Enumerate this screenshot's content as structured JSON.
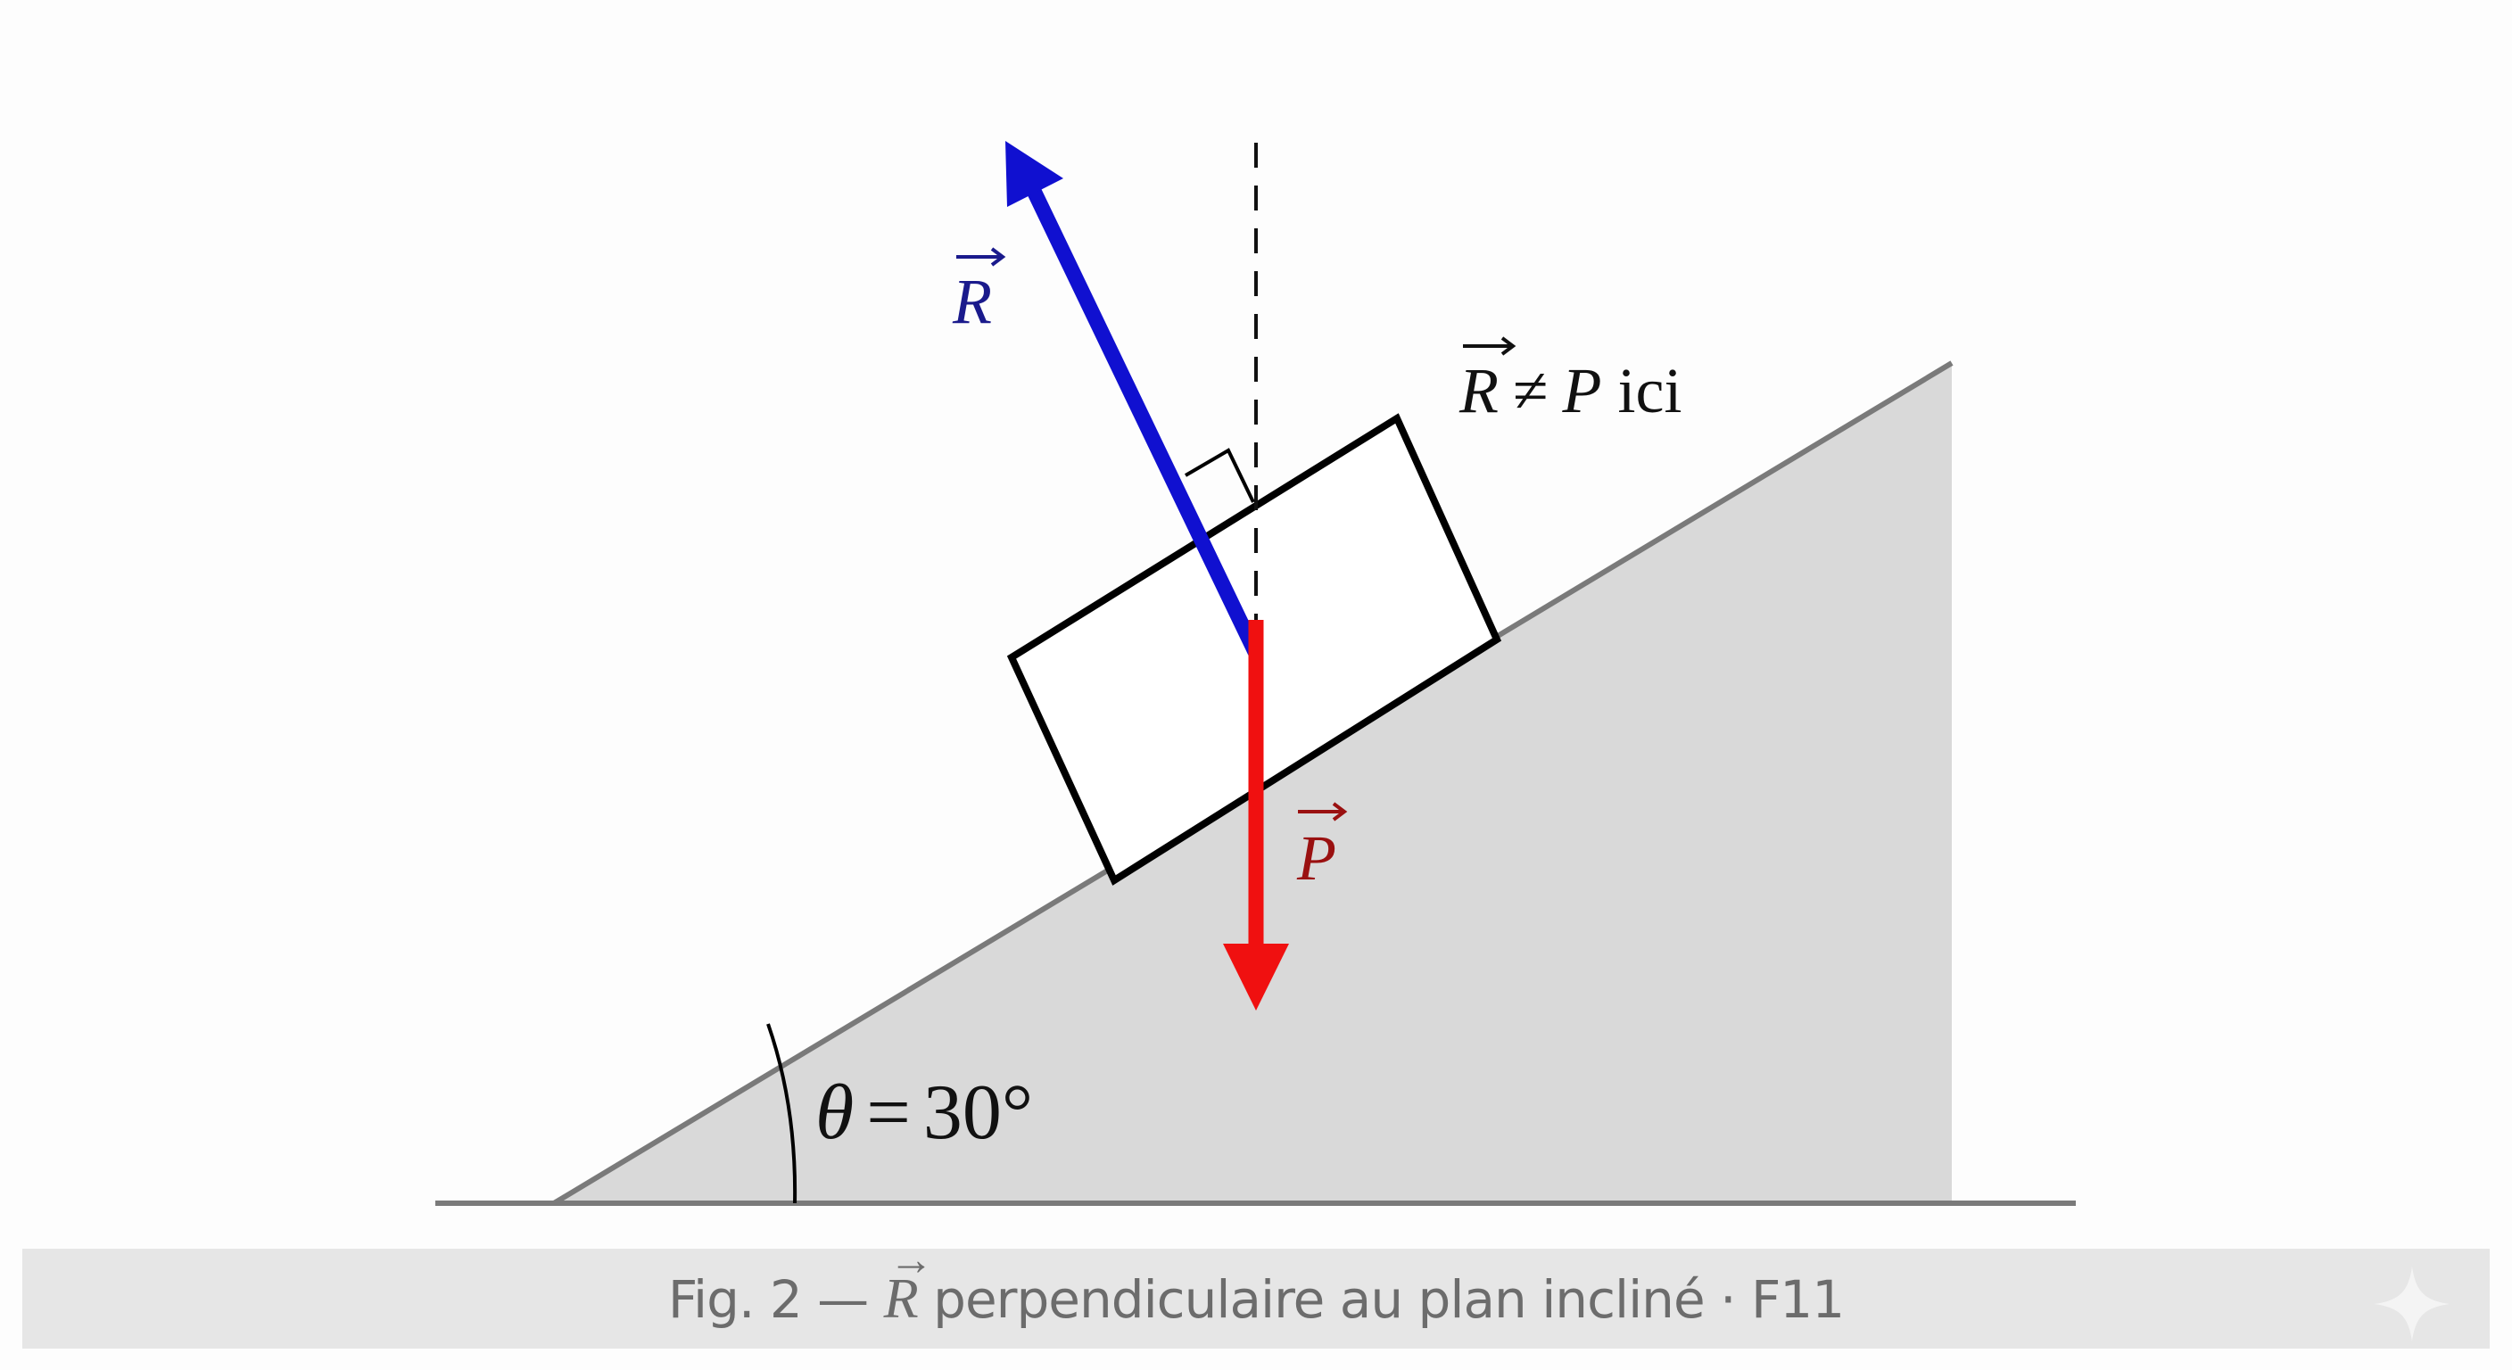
{
  "figure": {
    "title": "Fig. 2 — R perpendiculaire au plan incliné · F11",
    "caption": {
      "prefix": "Fig. 2 —",
      "vector_symbol": "R",
      "suffix": "perpendiculaire au plan incliné · F11"
    },
    "labels": {
      "reaction_vector": "R",
      "weight_vector": "P",
      "note_vector": "R",
      "note_relation": "≠",
      "note_other": "P",
      "note_suffix": "ici",
      "angle_symbol": "θ",
      "angle_equals": "=",
      "angle_value": "30°"
    },
    "angle_deg": 30,
    "colors": {
      "reaction_arrow": "#1010d0",
      "reaction_label": "#1a1a8c",
      "weight_arrow": "#f01010",
      "weight_label": "#9a1010",
      "incline_fill": "#d9d9d9",
      "incline_edge": "#7a7a7a",
      "block_stroke": "#000000",
      "caption_bg": "#e6e6e6",
      "caption_text": "#6c6c6c"
    },
    "icons": {
      "sparkle": "sparkle-icon"
    }
  }
}
